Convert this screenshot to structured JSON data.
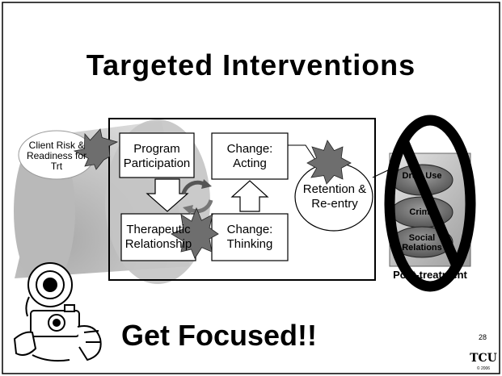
{
  "slide": {
    "title": "Targeted Interventions",
    "tagline": "Get Focused!!",
    "page_number": "28",
    "logo_text": "TCU",
    "copyright": "© 2006"
  },
  "diagram": {
    "client": "Client Risk & Readiness for Trt",
    "program": "Program Participation",
    "acting": "Change: Acting",
    "therapeutic": "Therapeutic Relationship",
    "thinking": "Change: Thinking",
    "retention": "Retention & Re-entry",
    "post_treatment": "Post-treatment",
    "outcomes": [
      "Drug Use",
      "Crime",
      "Social Relations"
    ]
  },
  "colors": {
    "spotlight": "#bdbdbd",
    "box_fill": "#ffffff",
    "starburst": "#6e6e6e",
    "outcome_oval": "#707070",
    "no_symbol": "#000000"
  },
  "icons": [
    "starburst-icon",
    "cycle-arrows-icon",
    "camera-person-icon",
    "no-symbol-icon",
    "down-arrow-icon",
    "up-arrow-icon"
  ]
}
